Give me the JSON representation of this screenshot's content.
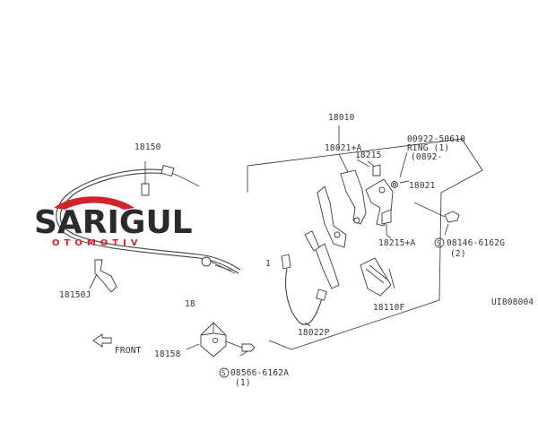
{
  "diagram": {
    "ref_code": "UI808004",
    "front_label": "FRONT",
    "parts": {
      "assembly": "18010",
      "cable_upper": "18150",
      "cable_lower": "18150J",
      "bracket": "18158",
      "arm_plus": "18021+A",
      "sw_top": "18215",
      "pedal_arm": "18021",
      "sw_plus": "18215+A",
      "pedal_pad": "18110F",
      "cable_pedal": "18022P",
      "partial_18": "18",
      "partial_1": "1"
    },
    "ring_note": {
      "line1": "00922-50610",
      "line2": "RING (1)",
      "line3": "(0892-"
    },
    "bolt_right": {
      "code": "08146-6162G",
      "qty": "(2)"
    },
    "bolt_bottom": {
      "code": "08566-6162A",
      "qty": "(1)"
    },
    "bolt_symbol": "S"
  },
  "watermark": {
    "main": "SARIGUL",
    "sub": "OTOMOTIV"
  }
}
